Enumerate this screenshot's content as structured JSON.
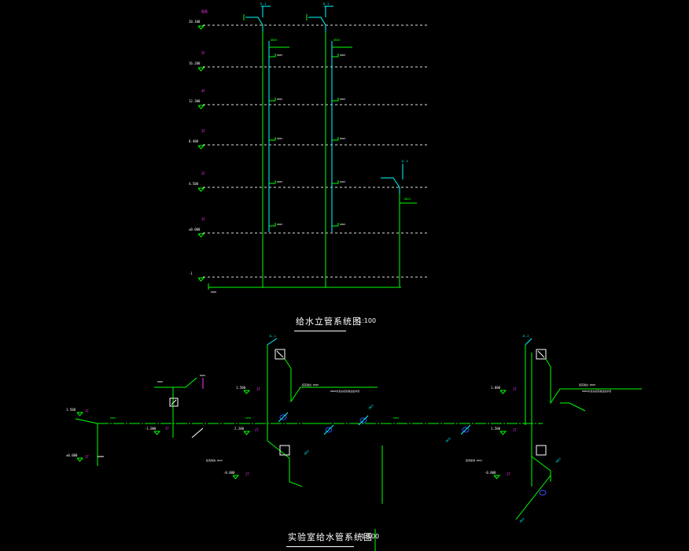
{
  "colors": {
    "bg": "#000000",
    "pipe": "#00ff00",
    "cyan": "#00ffff",
    "dash": "#dddddd",
    "magenta": "#ff33ff",
    "white": "#ffffff",
    "blue": "#3355ff"
  },
  "riser": {
    "title": "给水立管系统图",
    "scale": "1:100",
    "floors": [
      {
        "label": "屋面",
        "elev": "20.100"
      },
      {
        "label": "5F",
        "elev": "16.200"
      },
      {
        "label": "4F",
        "elev": "12.300"
      },
      {
        "label": "3F",
        "elev": "8.400"
      },
      {
        "label": "2F",
        "elev": "4.500"
      },
      {
        "label": "1F",
        "elev": "±0.000"
      },
      {
        "label": "",
        "elev": "-1"
      }
    ],
    "pipe_tags": [
      "JL-1",
      "JL-2",
      "JL-3"
    ],
    "branch_tag": "DN25",
    "roof_tag": "DN50",
    "base_tag": "DN50"
  },
  "lab": {
    "title": "实验室给水管系统图",
    "scale": "1:100",
    "elevations": [
      "1.500",
      "±0.000",
      "-1.000",
      "1.500",
      "2.200",
      "1.000",
      "-0.800",
      "1.000",
      "-0.800",
      "1.500"
    ],
    "pipe_tags": [
      "JL-1",
      "JL-2",
      "JL-3",
      "DN40",
      "DN32",
      "DN25",
      "DN50"
    ],
    "notes": [
      "接实验台 DN20",
      "DN20水龙头接实验台给水管",
      "接洗涤池 DN15",
      "DN25"
    ]
  }
}
